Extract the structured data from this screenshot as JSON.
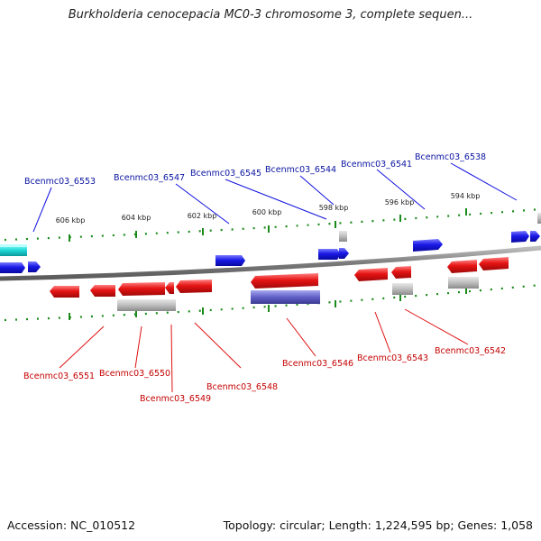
{
  "title": "Burkholderia cenocepacia MC0-3 chromosome 3, complete sequen...",
  "footer": {
    "accession": "Accession: NC_010512",
    "summary": "Topology: circular; Length: 1,224,595 bp; Genes: 1,058"
  },
  "ruler": [
    "606 kbp",
    "604 kbp",
    "602 kbp",
    "600 kbp",
    "598 kbp",
    "596 kbp",
    "594 kbp"
  ],
  "genes_top": [
    "Bcenmc03_6553",
    "Bcenmc03_6547",
    "Bcenmc03_6545",
    "Bcenmc03_6544",
    "Bcenmc03_6541",
    "Bcenmc03_6538"
  ],
  "genes_bottom": [
    "Bcenmc03_6551",
    "Bcenmc03_6550",
    "Bcenmc03_6549",
    "Bcenmc03_6548",
    "Bcenmc03_6546",
    "Bcenmc03_6543",
    "Bcenmc03_6542"
  ],
  "colors": {
    "forward": "#1010e0",
    "reverse": "#e01010",
    "rna": "#b8b8b8",
    "cyan": "#20d8d8",
    "purple": "#6060c8",
    "backbone": "#7a7a7a",
    "tick": "#1a8a1a",
    "top_label": "#0a14a0",
    "bottom_label": "#c40000"
  }
}
